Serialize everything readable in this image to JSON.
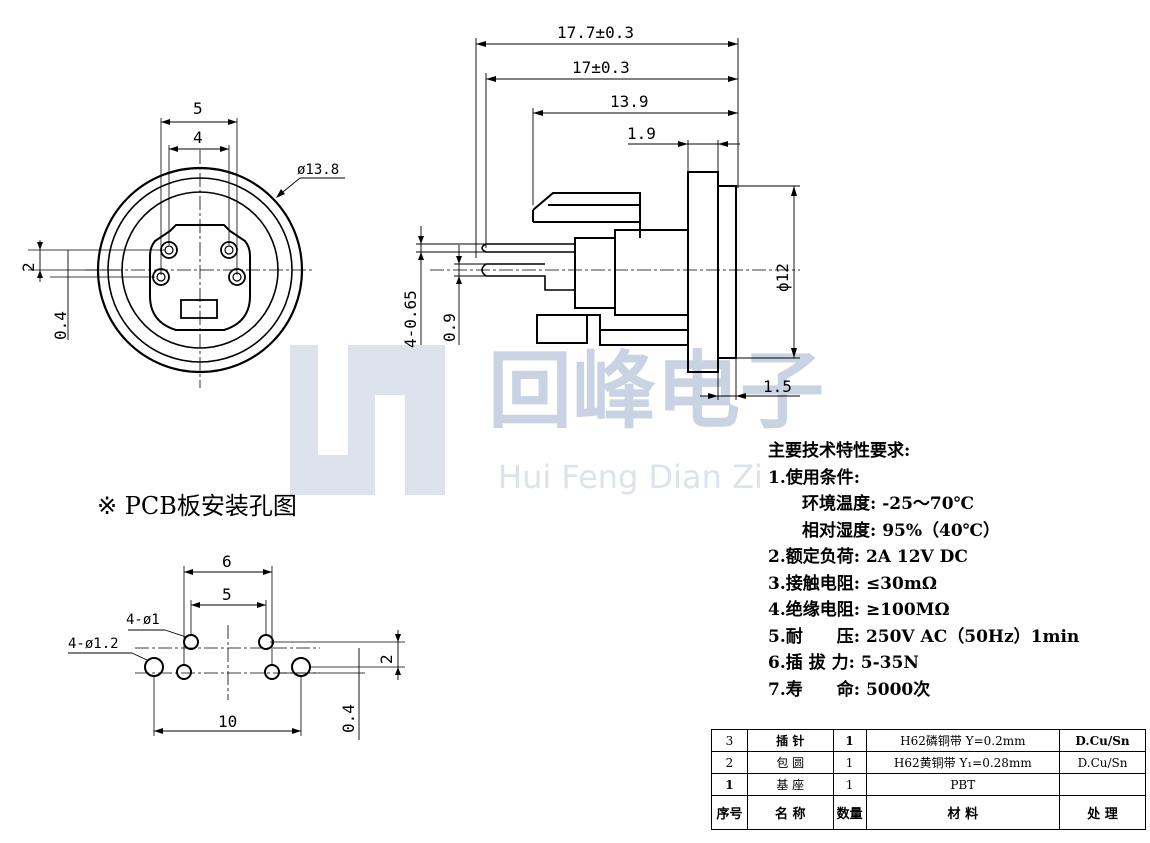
{
  "watermark": {
    "logo_text": "回峰电子",
    "sub_text": "Hui Feng Dian Zi"
  },
  "front_view": {
    "dim_width_outer": "5",
    "dim_width_inner": "4",
    "dim_diameter": "ø13.8",
    "dim_vertical": "2",
    "dim_offset": "0.4"
  },
  "side_view": {
    "dim_total": "17.7±0.3",
    "dim_body": "17±0.3",
    "dim_pin": "13.9",
    "dim_flange": "1.9",
    "dim_height": "ϕ12",
    "dim_pin_dia": "4-0.65",
    "dim_pin_gap": "0.9",
    "dim_thickness": "1.5"
  },
  "pcb": {
    "title": "※ PCB板安装孔图",
    "dim_outer": "6",
    "dim_inner": "5",
    "dim_span": "10",
    "dim_small_holes": "4-ø1",
    "dim_large_holes": "4-ø1.2",
    "dim_vertical": "2",
    "dim_offset": "0.4"
  },
  "specs": {
    "title": "主要技术特性要求:",
    "line1": "1.使用条件:",
    "line1a": "环境温度: -25～70℃",
    "line1b": "相对湿度: 95%（40℃）",
    "line2": "2.额定负荷: 2A 12V DC",
    "line3": "3.接触电阻: ≤30mΩ",
    "line4": "4.绝缘电阻: ≥100MΩ",
    "line5": "5.耐　　压: 250V AC（50Hz）1min",
    "line6": "6.插 拔 力: 5-35N",
    "line7": "7.寿　　命: 5000次"
  },
  "bom": {
    "rows": [
      {
        "no": "3",
        "name": "插 针",
        "qty": "1",
        "material": "H62磷铜带 Y=0.2mm",
        "finish": "D.Cu/Sn"
      },
      {
        "no": "2",
        "name": "包 圆",
        "qty": "1",
        "material": "H62黄铜带 Y₁=0.28mm",
        "finish": "D.Cu/Sn"
      },
      {
        "no": "1",
        "name": "基 座",
        "qty": "1",
        "material": "PBT",
        "finish": ""
      }
    ],
    "header": {
      "no": "序号",
      "name": "名 称",
      "qty": "数量",
      "material": "材 料",
      "finish": "处 理"
    }
  }
}
